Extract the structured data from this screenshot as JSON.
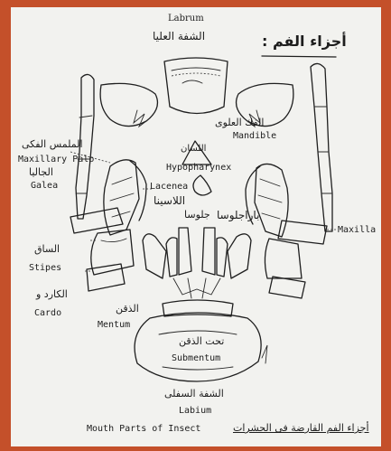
{
  "title_ar": "أجزاء الفم :",
  "labels": {
    "labrum": "Labrum",
    "labrum_ar": "الشفة العليا",
    "mandible_ar": "الفك العلوى",
    "mandible": "Mandible",
    "hypopharynx_ar": "اللسان",
    "hypopharynx": "Hypopharynex",
    "maxillary_palp_ar": "الملمس الفكى",
    "maxillary_palp": "Maxillary Palp",
    "galea_ar": "الجاليا",
    "galea": "Galea",
    "lacenea": "Lacenea",
    "lacinia_ar": "اللاسينا",
    "paraglossa_ar": "باراجلوسا",
    "glossa_ar": "جلوسا",
    "maxilla": "Maxilla",
    "stipes_ar": "الساق",
    "stipes": "Stipes",
    "cardo_ar": "الكارد و",
    "cardo": "Cardo",
    "mentum_ar": "الذقن",
    "mentum": "Mentum",
    "submentum_ar": "تحت الذقن",
    "submentum": "Submentum",
    "labium_ar": "الشفة السفلى",
    "labium": "Labium",
    "caption_en": "Mouth Parts of Insect",
    "caption_ar": "أجزاء الفم القارضة فى الحشرات"
  },
  "colors": {
    "frame": "#c4502a",
    "paper": "#f2f2ef",
    "ink": "#1f1f1f"
  }
}
